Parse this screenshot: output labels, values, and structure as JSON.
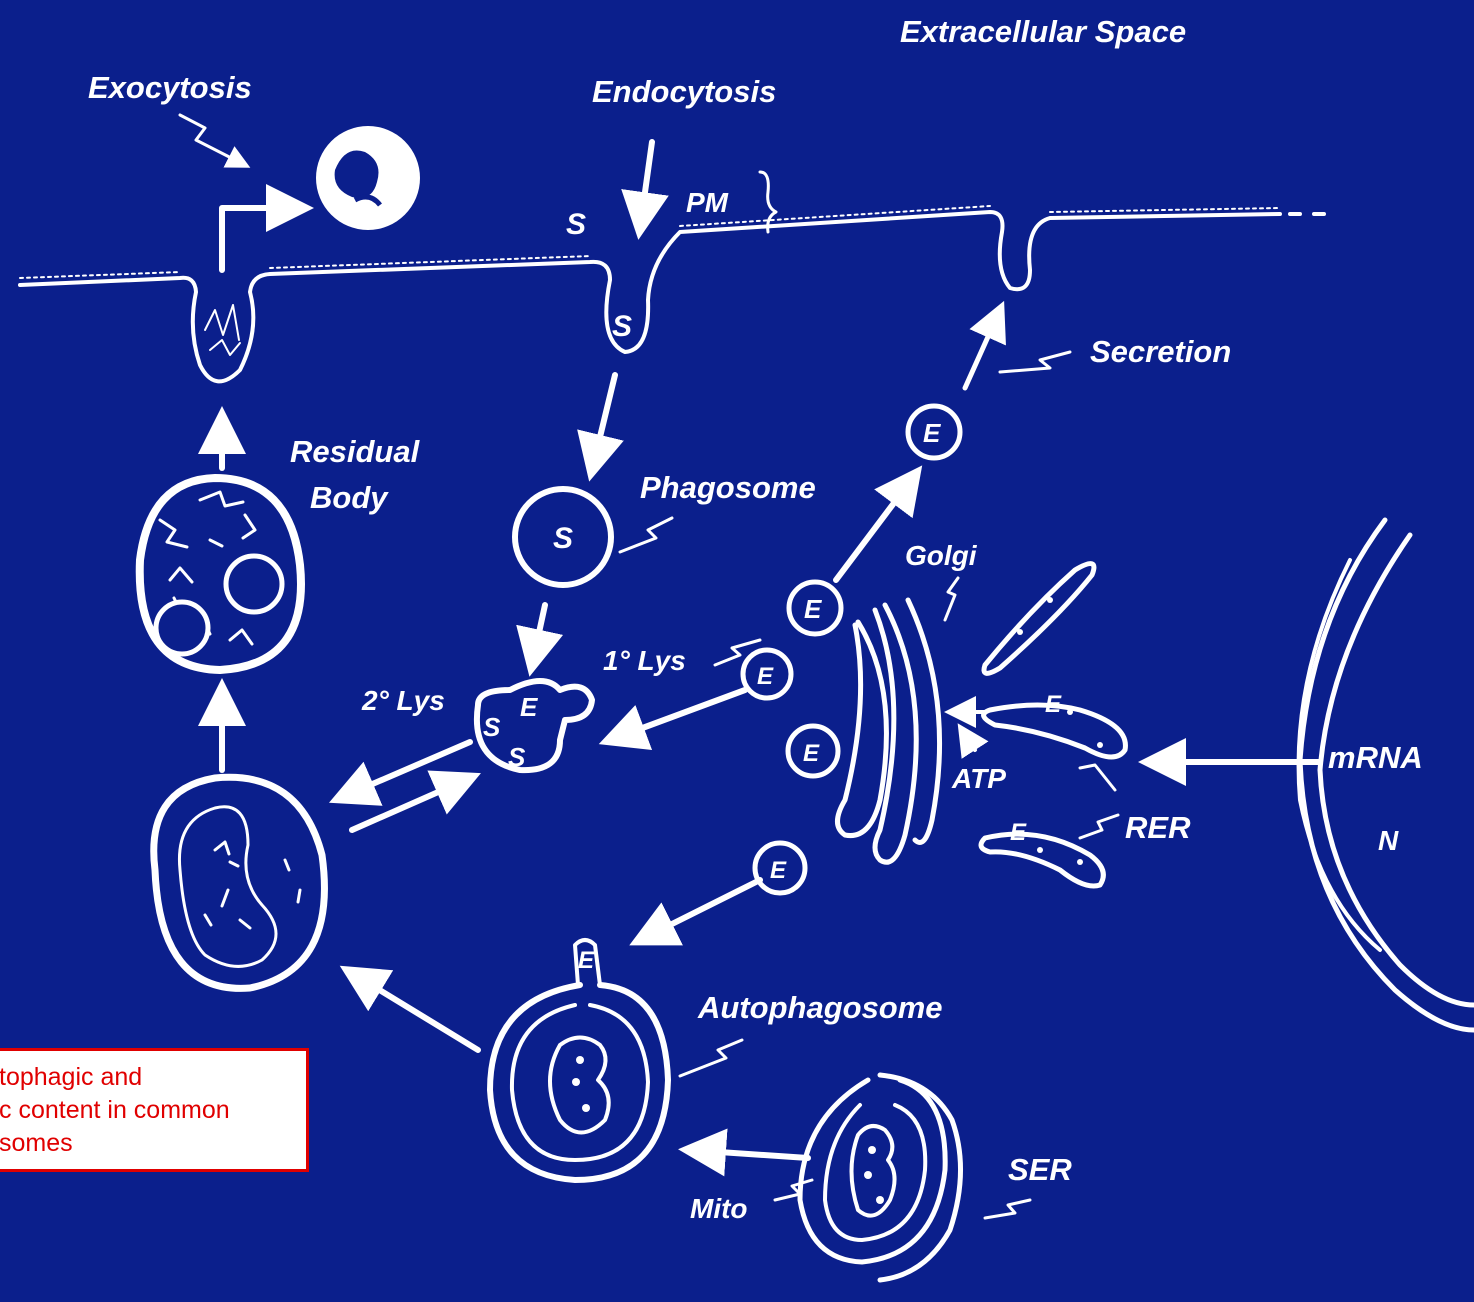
{
  "labels": {
    "extracellular_space": "Extracellular Space",
    "exocytosis": "Exocytosis",
    "endocytosis": "Endocytosis",
    "pm": "PM",
    "secretion": "Secretion",
    "residual": "Residual",
    "body": "Body",
    "phagosome": "Phagosome",
    "golgi": "Golgi",
    "primary_lys": "1° Lys",
    "secondary_lys": "2° Lys",
    "atp": "ATP",
    "rer": "RER",
    "mrna": "mRNA",
    "nucleus": "N",
    "autophagosome": "Autophagosome",
    "ser": "SER",
    "mito": "Mito",
    "s": "S",
    "e": "E"
  },
  "note": {
    "line1": "tophagic and",
    "line2": "c content in common",
    "line3": "somes"
  },
  "colors": {
    "background": "#0b1f8c",
    "drawing": "#ffffff",
    "note_border": "#e00000",
    "note_text": "#e00000"
  }
}
